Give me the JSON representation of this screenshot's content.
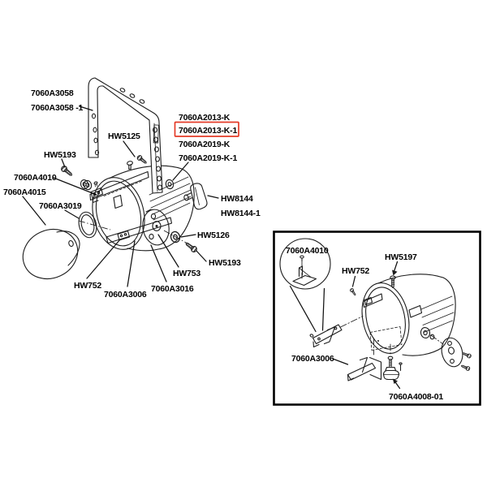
{
  "diagram": {
    "kind": "exploded-parts-diagram",
    "highlight_color": "#e43b28",
    "line_color": "#1c1c1c",
    "highlighted_part": "7060A2013-K-1"
  },
  "main": {
    "labels": {
      "yoke_a": "7060A3058",
      "yoke_b": "7060A3058 -1",
      "hw5125": "HW5125",
      "hw5193_upper": "HW5193",
      "bracket_4010": "7060A4010",
      "reflector_4015": "7060A4015",
      "gasket_3019": "7060A3019",
      "body_2013k": "7060A2013-K",
      "body_2013k1": "7060A2013-K-1",
      "body_2019k": "7060A2019-K",
      "body_2019k1": "7060A2019-K-1",
      "knob_8144": "HW8144",
      "knob_8144_1": "HW8144-1",
      "washer_5126": "HW5126",
      "hw5193_lower": "HW5193",
      "hw753": "HW753",
      "plate_3016": "7060A3016",
      "bracket_3006": "7060A3006",
      "hw752": "HW752"
    }
  },
  "inset": {
    "labels": {
      "bracket_4010": "7060A4010",
      "hw752": "HW752",
      "hw5197": "HW5197",
      "bracket_3006": "7060A3006",
      "foot_4008": "7060A4008-01"
    }
  }
}
